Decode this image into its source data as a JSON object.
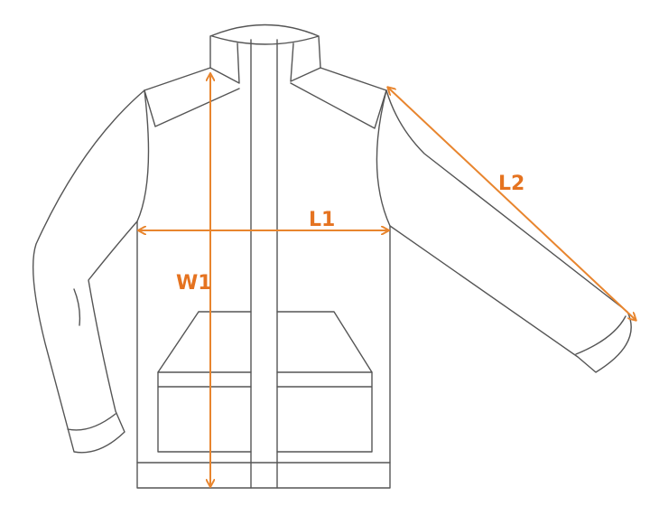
{
  "colors": {
    "measurement": "#e8852e",
    "label": "#e57320",
    "outline": "#555555"
  },
  "measurements": {
    "W1": "W1",
    "L1": "L1",
    "L2": "L2"
  }
}
